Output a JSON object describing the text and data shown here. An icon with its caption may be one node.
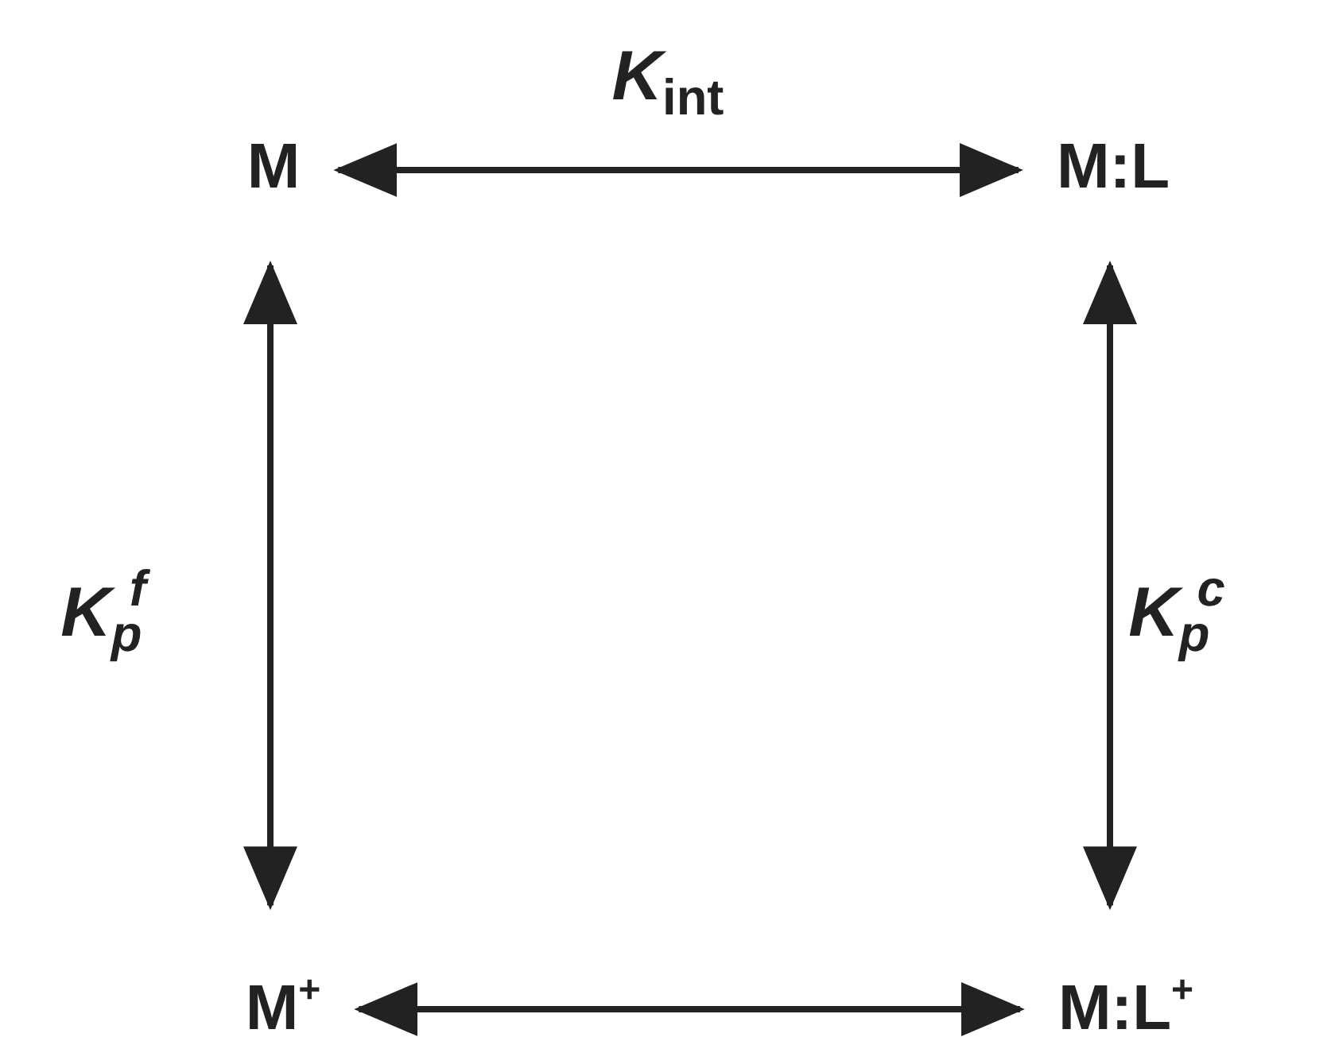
{
  "diagram": {
    "nodes": [
      {
        "text": [
          "M"
        ]
      },
      {
        "text": [
          "M:L"
        ]
      },
      {
        "text": [
          "M$^{+}$"
        ]
      },
      {
        "text": [
          "M:L$^{+}$"
        ]
      }
    ],
    "edges": [
      {
        "from": 0,
        "to": 1,
        "arrow": "both",
        "label": "*K*$_{int}$"
      },
      {
        "from": 0,
        "to": 2,
        "arrow": "both",
        "label": "*K*$_{p}$$^{f}$"
      },
      {
        "from": 1,
        "to": 3,
        "arrow": "both",
        "label": "*K*$_{p}$$^{c}$"
      },
      {
        "from": 2,
        "to": 3,
        "arrow": "both"
      }
    ]
  }
}
